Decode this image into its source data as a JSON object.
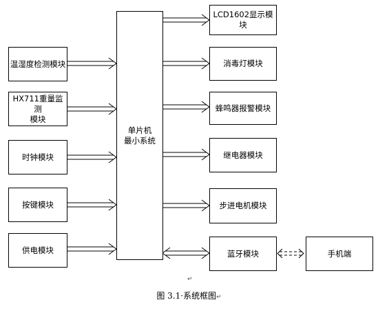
{
  "center": {
    "line1": "单片机",
    "line2": "最小系统"
  },
  "left_modules": {
    "temp_humidity": "温湿度检测模块",
    "weight_line1": "HX711重量监测",
    "weight_line2": "模块",
    "clock": "时钟模块",
    "keys": "按键模块",
    "power": "供电模块"
  },
  "right_modules": {
    "lcd": "LCD1602显示模块",
    "uv_lamp": "消毒灯模块",
    "buzzer": "蜂鸣器报警模块",
    "relay": "继电器模块",
    "stepper": "步进电机模块",
    "bluetooth": "蓝牙模块"
  },
  "phone": "手机端",
  "caption": "图 3.1·系统框图",
  "paragraph_mark": "↵"
}
